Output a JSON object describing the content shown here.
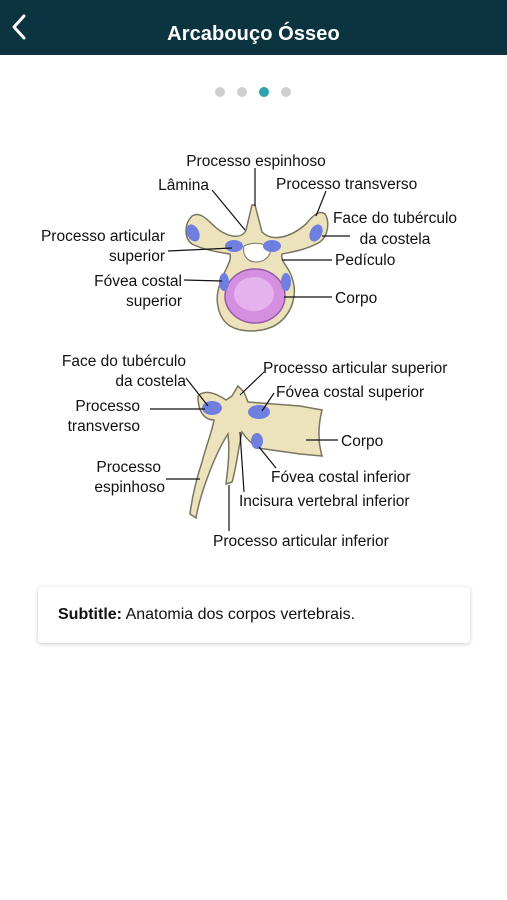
{
  "header": {
    "title": "Arcabouço Ósseo",
    "back_icon": "chevron-left-icon"
  },
  "pager": {
    "count": 4,
    "active_index": 2,
    "active_color": "#2fa1b0",
    "inactive_color": "#cfcfcf"
  },
  "figure": {
    "top_view": {
      "labels": {
        "processo_espinhoso": "Processo espinhoso",
        "lamina": "Lâmina",
        "processo_transverso": "Processo transverso",
        "face_tuberculo_l1": "Face do tubérculo",
        "face_tuberculo_l2": "da costela",
        "processo_articular_l1": "Processo articular",
        "processo_articular_l2": "superior",
        "pediculo": "Pedículo",
        "fovea_costal_l1": "Fóvea costal",
        "fovea_costal_l2": "superior",
        "corpo": "Corpo"
      }
    },
    "side_view": {
      "labels": {
        "face_tuberculo_l1": "Face do tubérculo",
        "face_tuberculo_l2": "da costela",
        "processo_articular_superior": "Processo articular superior",
        "fovea_costal_superior": "Fóvea costal superior",
        "processo_transverso_l1": "Processo",
        "processo_transverso_l2": "transverso",
        "corpo": "Corpo",
        "processo_espinhoso_l1": "Processo",
        "processo_espinhoso_l2": "espinhoso",
        "fovea_costal_inferior": "Fóvea costal inferior",
        "incisura": "Incisura vertebral inferior",
        "processo_articular_inferior": "Processo articular inferior"
      }
    },
    "colors": {
      "bone": "#ece3bd",
      "bone_outline": "#7a7560",
      "facet": "#6f7fe0",
      "body": "#d58fe0"
    }
  },
  "caption": {
    "label": "Subtitle:",
    "text": "Anatomia dos corpos vertebrais."
  }
}
